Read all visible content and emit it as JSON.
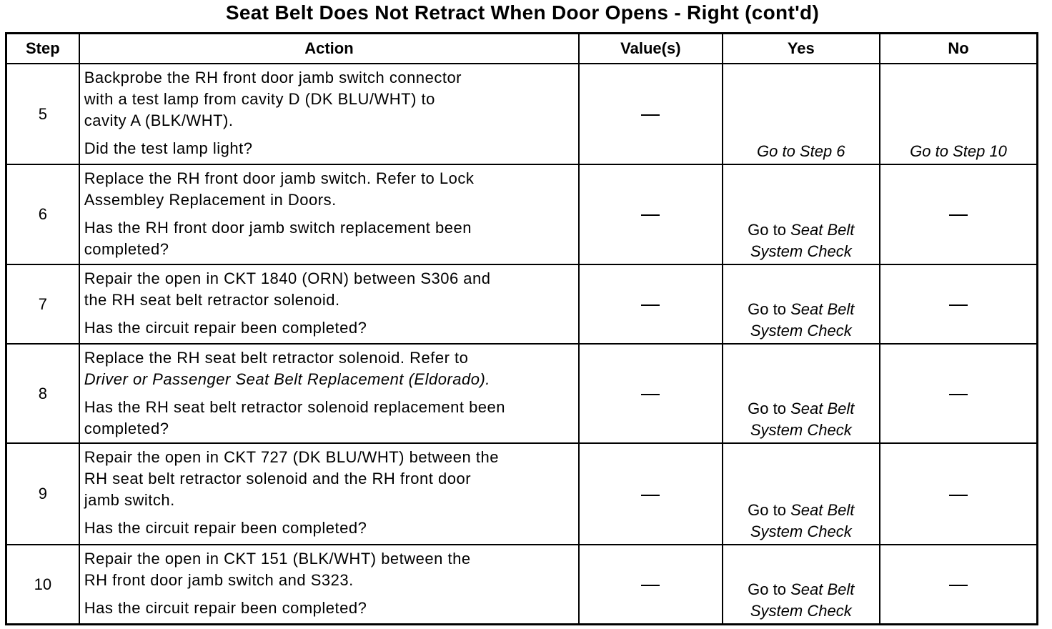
{
  "title": "Seat Belt Does Not Retract When Door Opens - Right (cont'd)",
  "headers": {
    "step": "Step",
    "action": "Action",
    "values": "Value(s)",
    "yes": "Yes",
    "no": "No"
  },
  "rows": [
    {
      "step": "5",
      "action_lines": [
        "Backprobe the RH front door jamb switch connector",
        "with a test lamp from cavity D (DK BLU/WHT) to",
        "cavity A (BLK/WHT)."
      ],
      "question_lines": [
        "Did the test lamp light?"
      ],
      "value": "—",
      "yes": [
        "Go to Step 6"
      ],
      "no": "Go to Step 10"
    },
    {
      "step": "6",
      "action_lines": [
        "Replace the RH front door jamb switch. Refer to Lock",
        "Assembley Replacement in Doors."
      ],
      "question_lines": [
        "Has the RH front door jamb switch replacement been",
        "completed?"
      ],
      "value": "—",
      "yes": [
        "Go to",
        "Seat Belt",
        "System Check"
      ],
      "no": "—"
    },
    {
      "step": "7",
      "action_lines": [
        "Repair the open in CKT 1840 (ORN) between S306 and",
        "the RH seat belt retractor solenoid."
      ],
      "question_lines": [
        "Has the circuit repair been completed?"
      ],
      "value": "—",
      "yes": [
        "Go to",
        "Seat Belt",
        "System Check"
      ],
      "no": "—"
    },
    {
      "step": "8",
      "action_lines": [
        "Replace the RH seat belt retractor solenoid. Refer to",
        "Driver or Passenger Seat Belt Replacement (Eldorado)."
      ],
      "question_lines": [
        "Has the RH seat belt retractor solenoid replacement been",
        "completed?"
      ],
      "value": "—",
      "yes": [
        "Go to",
        "Seat Belt",
        "System Check"
      ],
      "no": "—"
    },
    {
      "step": "9",
      "action_lines": [
        "Repair the open in CKT 727 (DK BLU/WHT) between the",
        "RH seat belt retractor solenoid and the RH front door",
        "jamb switch."
      ],
      "question_lines": [
        "Has the circuit repair been completed?"
      ],
      "value": "—",
      "yes": [
        "Go to",
        "Seat Belt",
        "System Check"
      ],
      "no": "—"
    },
    {
      "step": "10",
      "action_lines": [
        "Repair the open in CKT 151 (BLK/WHT) between the",
        "RH front door jamb switch and S323."
      ],
      "question_lines": [
        "Has the circuit repair been completed?"
      ],
      "value": "—",
      "yes": [
        "Go to",
        "Seat Belt",
        "System Check"
      ],
      "no": "—"
    }
  ]
}
